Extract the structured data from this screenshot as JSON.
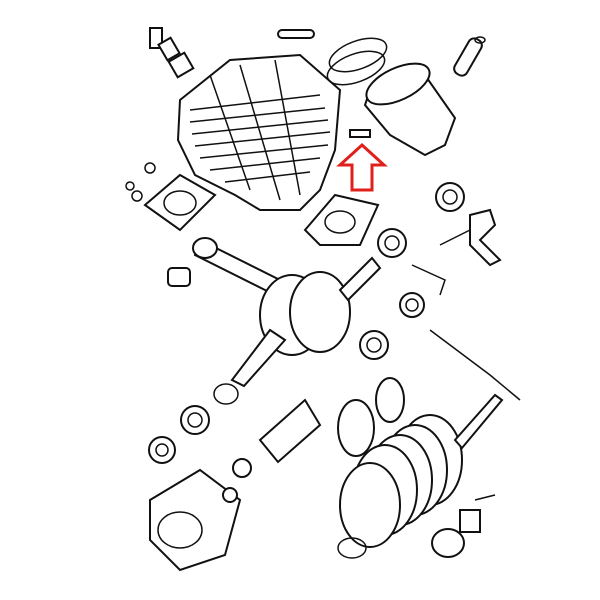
{
  "diagram": {
    "type": "exploded-parts-drawing",
    "subject": "engine",
    "highlight": {
      "shape": "arrow",
      "direction": "up",
      "color": "#e0201a",
      "target": "piston-pin-clip"
    },
    "line_color": "#111111",
    "background": "#ffffff"
  }
}
